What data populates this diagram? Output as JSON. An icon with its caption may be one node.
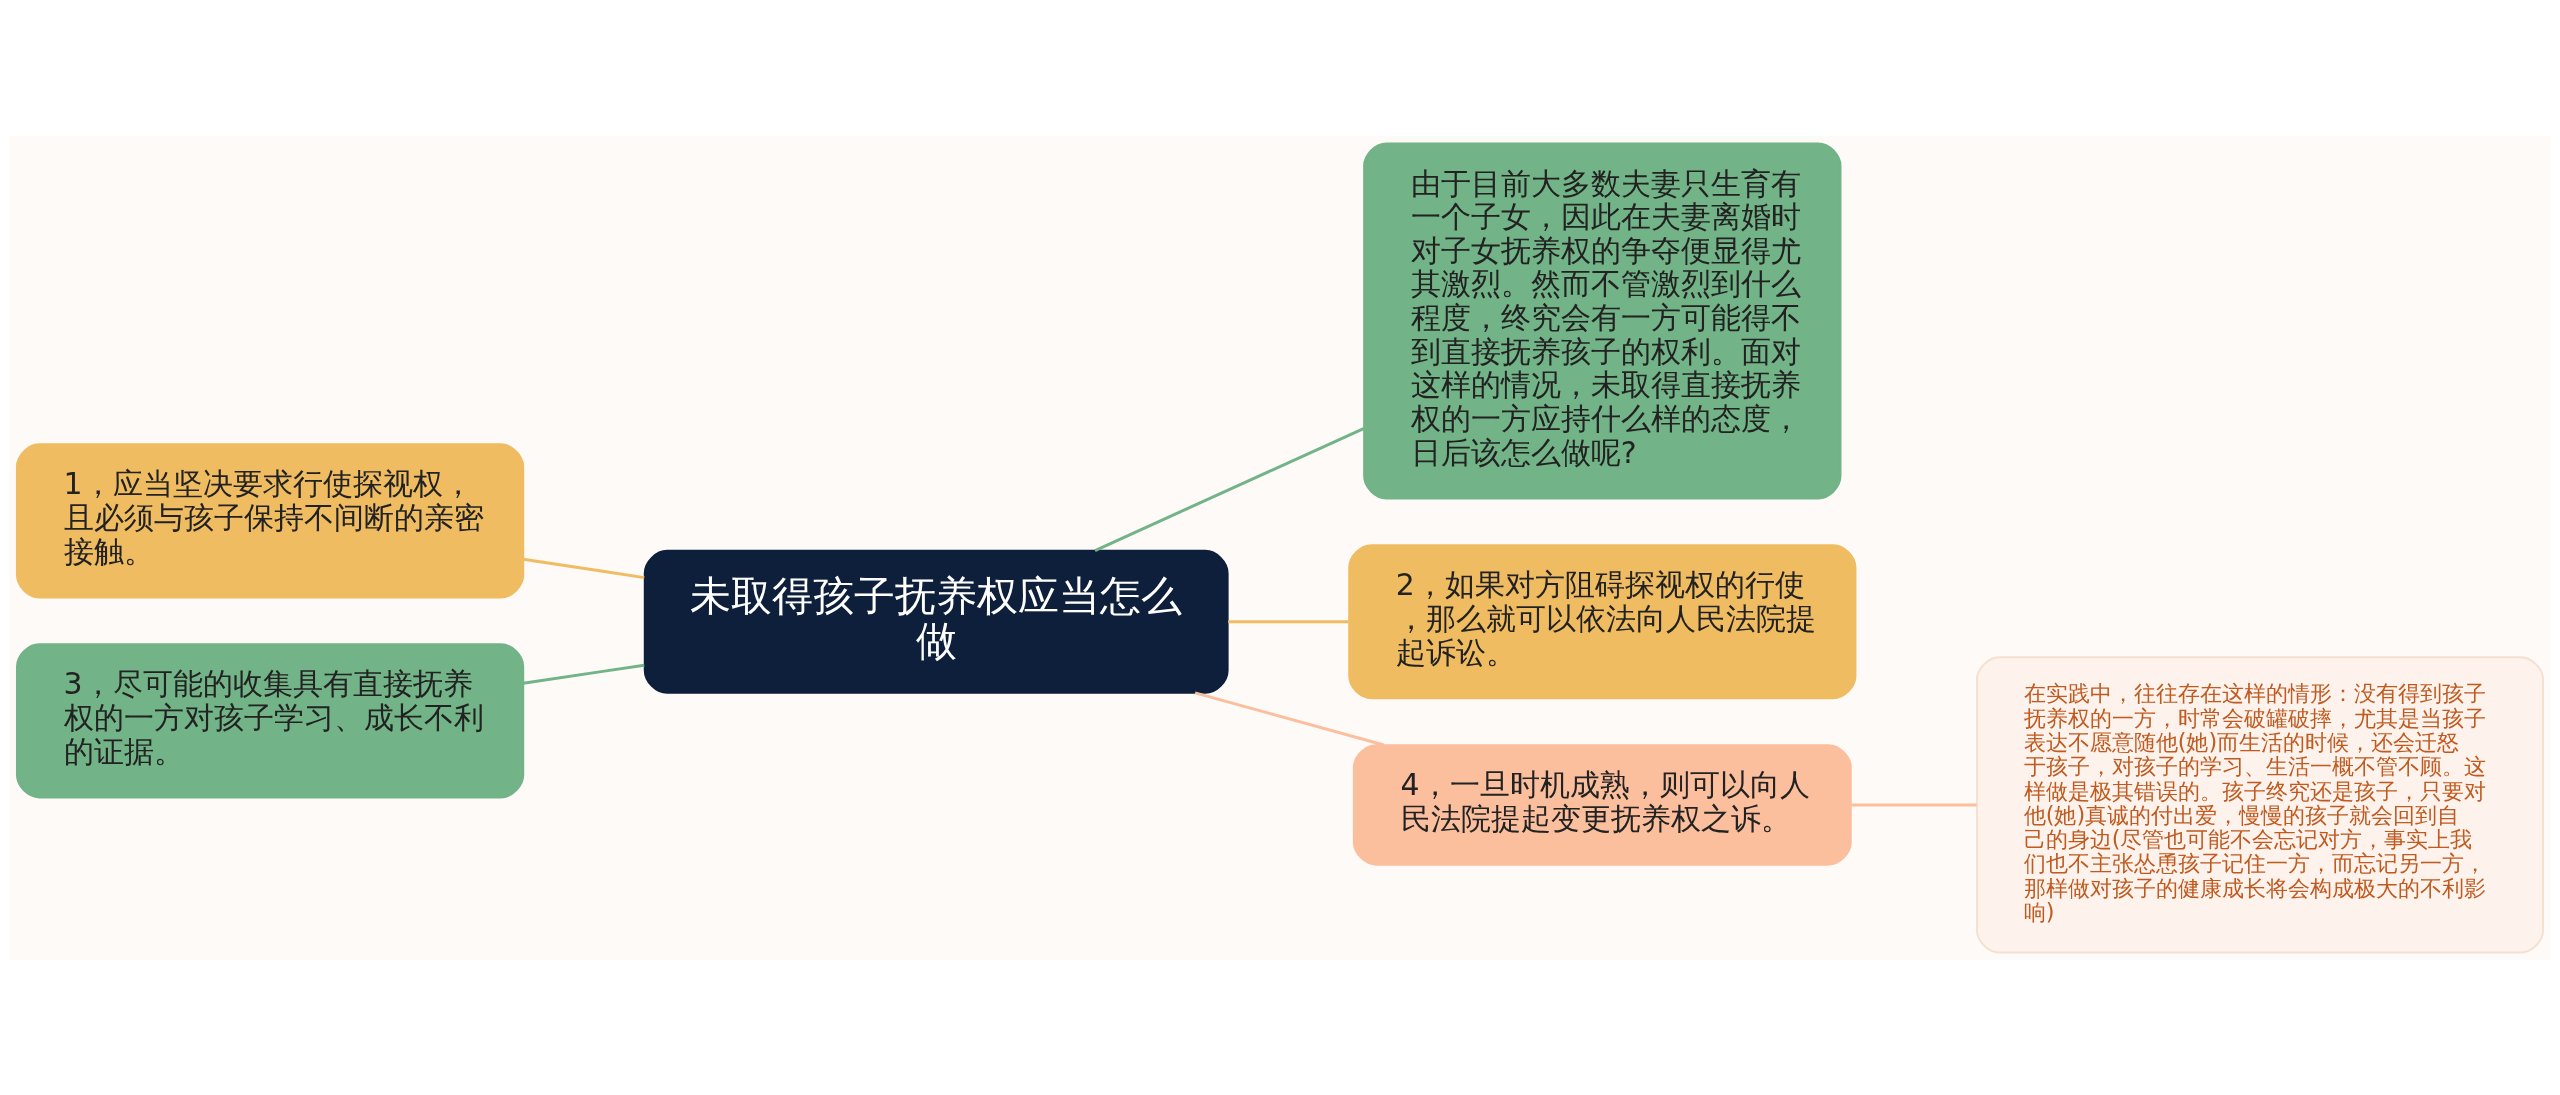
{
  "diagram": {
    "nodes": [
      {
        "text": [
          "未取得孩子抚养权应当怎么做"
        ]
      },
      {
        "text": [
          "由于目前大多数夫妻只生育有一个子女，因此在夫妻离婚时对子女抚养权的争夺便显得尤其激烈。然而不管激烈到什么程度，终究会有一方可能得不到直接抚养孩子的权利。面对这样的情况，未取得直接抚养权的一方应持什么样的态度，日后该怎么做呢?"
        ]
      },
      {
        "text": [
          "1，应当坚决要求行使探视权，且必须与孩子保持不间断的亲密接触。"
        ]
      },
      {
        "text": [
          "3，尽可能的收集具有直接抚养权的一方对孩子学习、成长不利的证据。"
        ]
      },
      {
        "text": [
          "2，如果对方阻碍探视权的行使，那么就可以依法向人民法院提起诉讼。"
        ]
      },
      {
        "text": [
          "4，一旦时机成熟，则可以向人民法院提起变更抚养权之诉。"
        ]
      },
      {
        "text": [
          "在实践中，往往存在这样的情形：没有得到孩子抚养权的一方，时常会破罐破摔，尤其是当孩子表达不愿意随他(她)而生活的时候，还会迁怒于孩子，对孩子的学习、生活一概不管不顾。这样做是极其错误的。孩子终究还是孩子，只要对他(她)真诚的付出爱，慢慢的孩子就会回到自己的身边(尽管也可能不会忘记对方，事实上我们也不主张怂恿孩子记住一方，而忘记另一方，那样做对孩子的健康成长将会构成极大的不利影响)"
        ]
      }
    ],
    "edges": [
      {
        "from": 0,
        "to": 1,
        "arrow": "none",
        "color": "#72b387"
      },
      {
        "from": 0,
        "to": 2,
        "arrow": "none",
        "color": "#f0bc62"
      },
      {
        "from": 0,
        "to": 3,
        "arrow": "none",
        "color": "#72b387"
      },
      {
        "from": 0,
        "to": 4,
        "arrow": "none",
        "color": "#f0bc62"
      },
      {
        "from": 0,
        "to": 5,
        "arrow": "none",
        "color": "#fbbf9e"
      },
      {
        "from": 5,
        "to": 6,
        "arrow": "none",
        "color": "#fbbf9e"
      }
    ]
  }
}
